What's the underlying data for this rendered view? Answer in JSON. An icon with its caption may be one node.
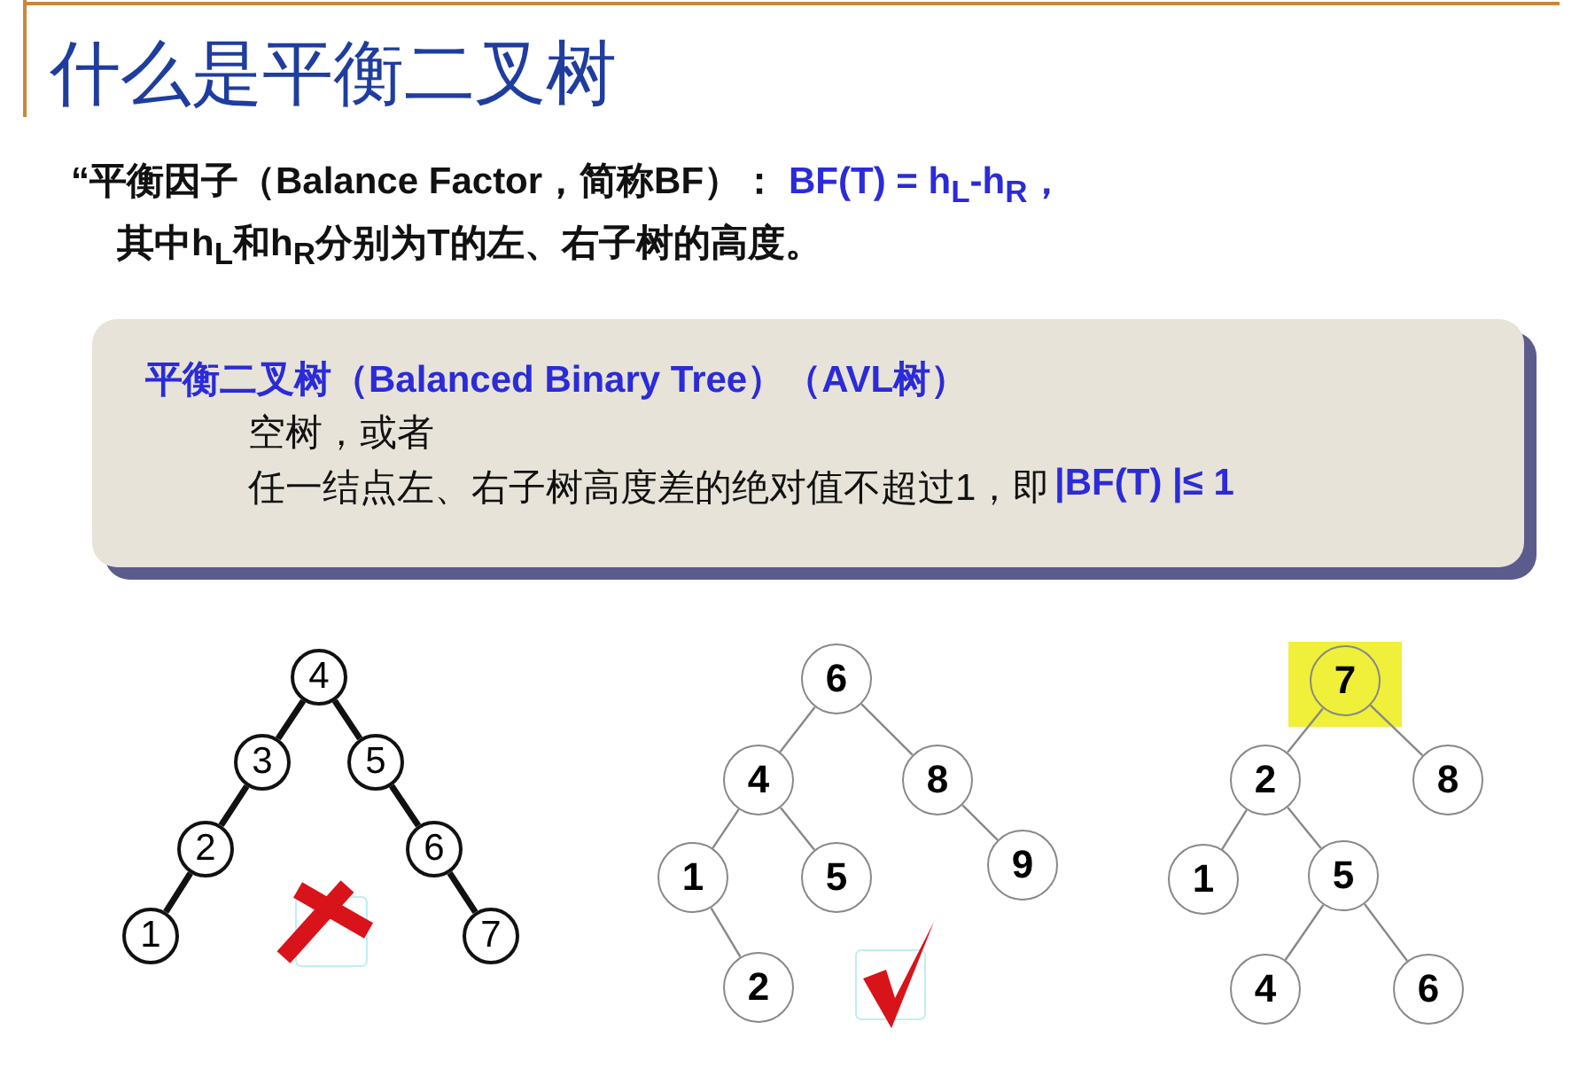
{
  "diagram": {
    "title": "什么是平衡二叉树",
    "labels": [
      "“平衡因子（Balance Factor，简称BF）：",
      "BF(T) = h$_{L}$-h$_{R}$，",
      "其中h$_{L}$和h$_{R}$分别为T的左、右子树的高度。"
    ],
    "nodes": [
      {
        "text": [
          "平衡二叉树（Balanced Binary Tree）（AVL树）",
          "空树，或者",
          "任一结点左、右子树高度差的绝对值不超过1，即",
          "|BF(T) |≤ 1"
        ]
      },
      {
        "text": [
          "4"
        ]
      },
      {
        "text": [
          "3"
        ]
      },
      {
        "text": [
          "5"
        ]
      },
      {
        "text": [
          "2"
        ]
      },
      {
        "text": [
          "6"
        ]
      },
      {
        "text": [
          "1"
        ]
      },
      {
        "text": [
          "7"
        ]
      },
      {
        "text": [
          "6"
        ]
      },
      {
        "text": [
          "4"
        ]
      },
      {
        "text": [
          "8"
        ]
      },
      {
        "text": [
          "1"
        ]
      },
      {
        "text": [
          "5"
        ]
      },
      {
        "text": [
          "9"
        ]
      },
      {
        "text": [
          "2"
        ]
      },
      {
        "text": [
          "7"
        ]
      },
      {
        "text": [
          "2"
        ]
      },
      {
        "text": [
          "8"
        ]
      },
      {
        "text": [
          "1"
        ]
      },
      {
        "text": [
          "5"
        ]
      },
      {
        "text": [
          "4"
        ]
      },
      {
        "text": [
          "6"
        ]
      }
    ],
    "edges": [
      {
        "from": 1,
        "to": 2,
        "arrow": "none",
        "style": "thick",
        "color": "#111111"
      },
      {
        "from": 1,
        "to": 3,
        "arrow": "none",
        "style": "thick",
        "color": "#111111"
      },
      {
        "from": 2,
        "to": 4,
        "arrow": "none",
        "style": "thick",
        "color": "#111111"
      },
      {
        "from": 3,
        "to": 5,
        "arrow": "none",
        "style": "thick",
        "color": "#111111"
      },
      {
        "from": 4,
        "to": 6,
        "arrow": "none",
        "style": "thick",
        "color": "#111111"
      },
      {
        "from": 5,
        "to": 7,
        "arrow": "none",
        "style": "thick",
        "color": "#111111"
      },
      {
        "from": 8,
        "to": 9,
        "arrow": "none"
      },
      {
        "from": 8,
        "to": 10,
        "arrow": "none"
      },
      {
        "from": 9,
        "to": 11,
        "arrow": "none"
      },
      {
        "from": 9,
        "to": 12,
        "arrow": "none"
      },
      {
        "from": 10,
        "to": 13,
        "arrow": "none"
      },
      {
        "from": 11,
        "to": 14,
        "arrow": "none"
      },
      {
        "from": 15,
        "to": 16,
        "arrow": "none"
      },
      {
        "from": 15,
        "to": 17,
        "arrow": "none"
      },
      {
        "from": 16,
        "to": 18,
        "arrow": "none"
      },
      {
        "from": 16,
        "to": 19,
        "arrow": "none"
      },
      {
        "from": 19,
        "to": 20,
        "arrow": "none"
      },
      {
        "from": 19,
        "to": 21,
        "arrow": "none"
      }
    ]
  }
}
